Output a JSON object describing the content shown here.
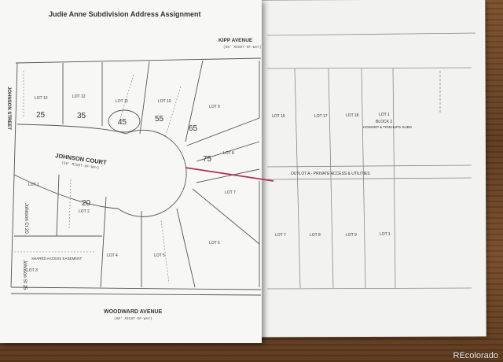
{
  "title": "Judie Anne Subdivision Address Assignment",
  "streets": {
    "kipp": "KIPP AVENUE",
    "kipp_sub": "(60' RIGHT-OF-WAY)",
    "johnson_court": "JOHNSON COURT",
    "johnson_court_sub": "(50' RIGHT-OF-WAY)",
    "johnson_street": "JOHNSON STREET",
    "woodward": "WOODWARD AVENUE",
    "woodward_sub": "(60' RIGHT-OF-WAY)"
  },
  "addresses": [
    "25",
    "35",
    "45",
    "55",
    "65",
    "75",
    "20"
  ],
  "lots": {
    "lot13": "LOT 13",
    "lot12": "LOT 12",
    "lot11": "LOT 11",
    "lot10": "LOT 10",
    "lot9": "LOT 9",
    "lot8": "LOT 8",
    "lot7": "LOT 7",
    "lot6": "LOT 6",
    "lot5": "LOT 5",
    "lot4": "LOT 4",
    "lot3": "LOT 3",
    "lot2": "LOT 2",
    "lot1": "LOT 1"
  },
  "right_sheet": {
    "lot16": "LOT 16",
    "lot17": "LOT 17",
    "lot18": "LOT 18",
    "lot1": "LOT 1",
    "block": "BLOCK 2",
    "block_note": "HOWSEP & TRIEHUPS SUBD",
    "easement": "OUTLOT A - PRIVATE ACCESS & UTILITIES",
    "lot7": "LOT 7",
    "lot8": "LOT 8",
    "lot9": "LOT 9",
    "lot1b": "LOT 1"
  },
  "notes": {
    "shared_access": "SHARED ACCESS EASEMENT",
    "johnson_20": "Johnson Ct 20",
    "johnson_25": "Johnson St 25"
  },
  "watermark": "REcolorado",
  "colors": {
    "address_highlight": "#b03050",
    "paper": "#f7f7f5",
    "wood": "#6b4526"
  }
}
